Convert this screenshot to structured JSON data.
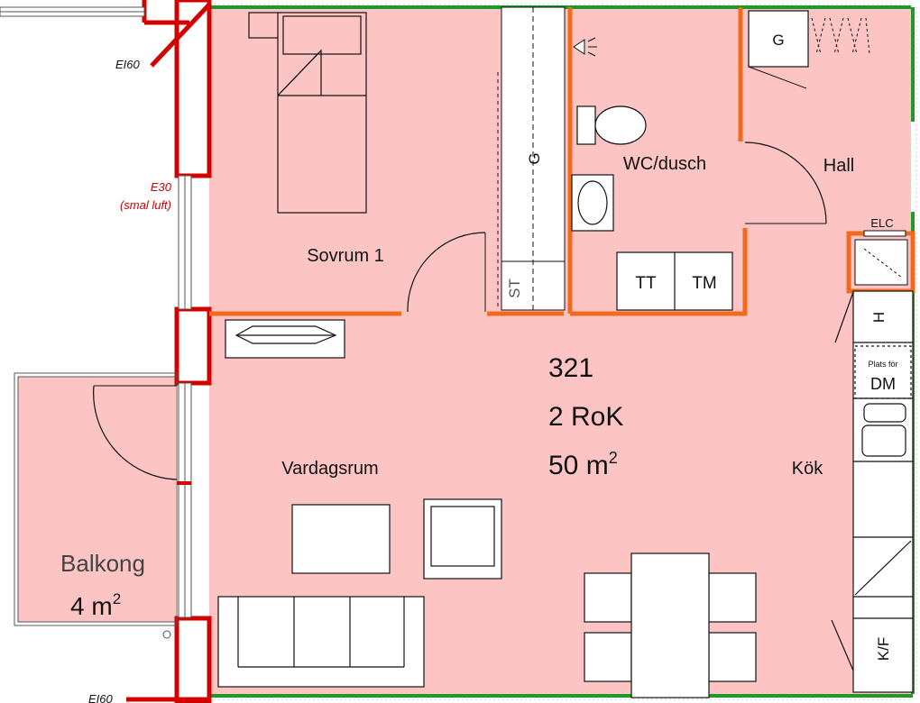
{
  "apartment": {
    "number": "321",
    "type": "2 RoK",
    "area_value": "50 m",
    "area_sup": "2"
  },
  "rooms": {
    "sovrum": "Sovrum 1",
    "wc": "WC/dusch",
    "hall": "Hall",
    "vardagsrum": "Vardagsrum",
    "kok": "Kök",
    "balkong": "Balkong",
    "balkong_area_value": "4 m",
    "balkong_area_sup": "2"
  },
  "labels": {
    "ei60_top": "EI60",
    "ei60_bottom": "EI60",
    "e30": "E30",
    "e30_note": "(smal luft)",
    "wardrobe_g_hall": "G",
    "wardrobe_g_bedroom": "G",
    "st": "ST",
    "tt": "TT",
    "tm": "TM",
    "elc": "ELC",
    "h": "H",
    "plats_for": "Plats för",
    "dm": "DM",
    "kf": "K/F"
  },
  "colors": {
    "floor": "#fdc4c4",
    "wall_orange": "#f26a1b",
    "wall_red": "#d40000",
    "wall_green": "#1f9a2a",
    "line": "#111111"
  }
}
